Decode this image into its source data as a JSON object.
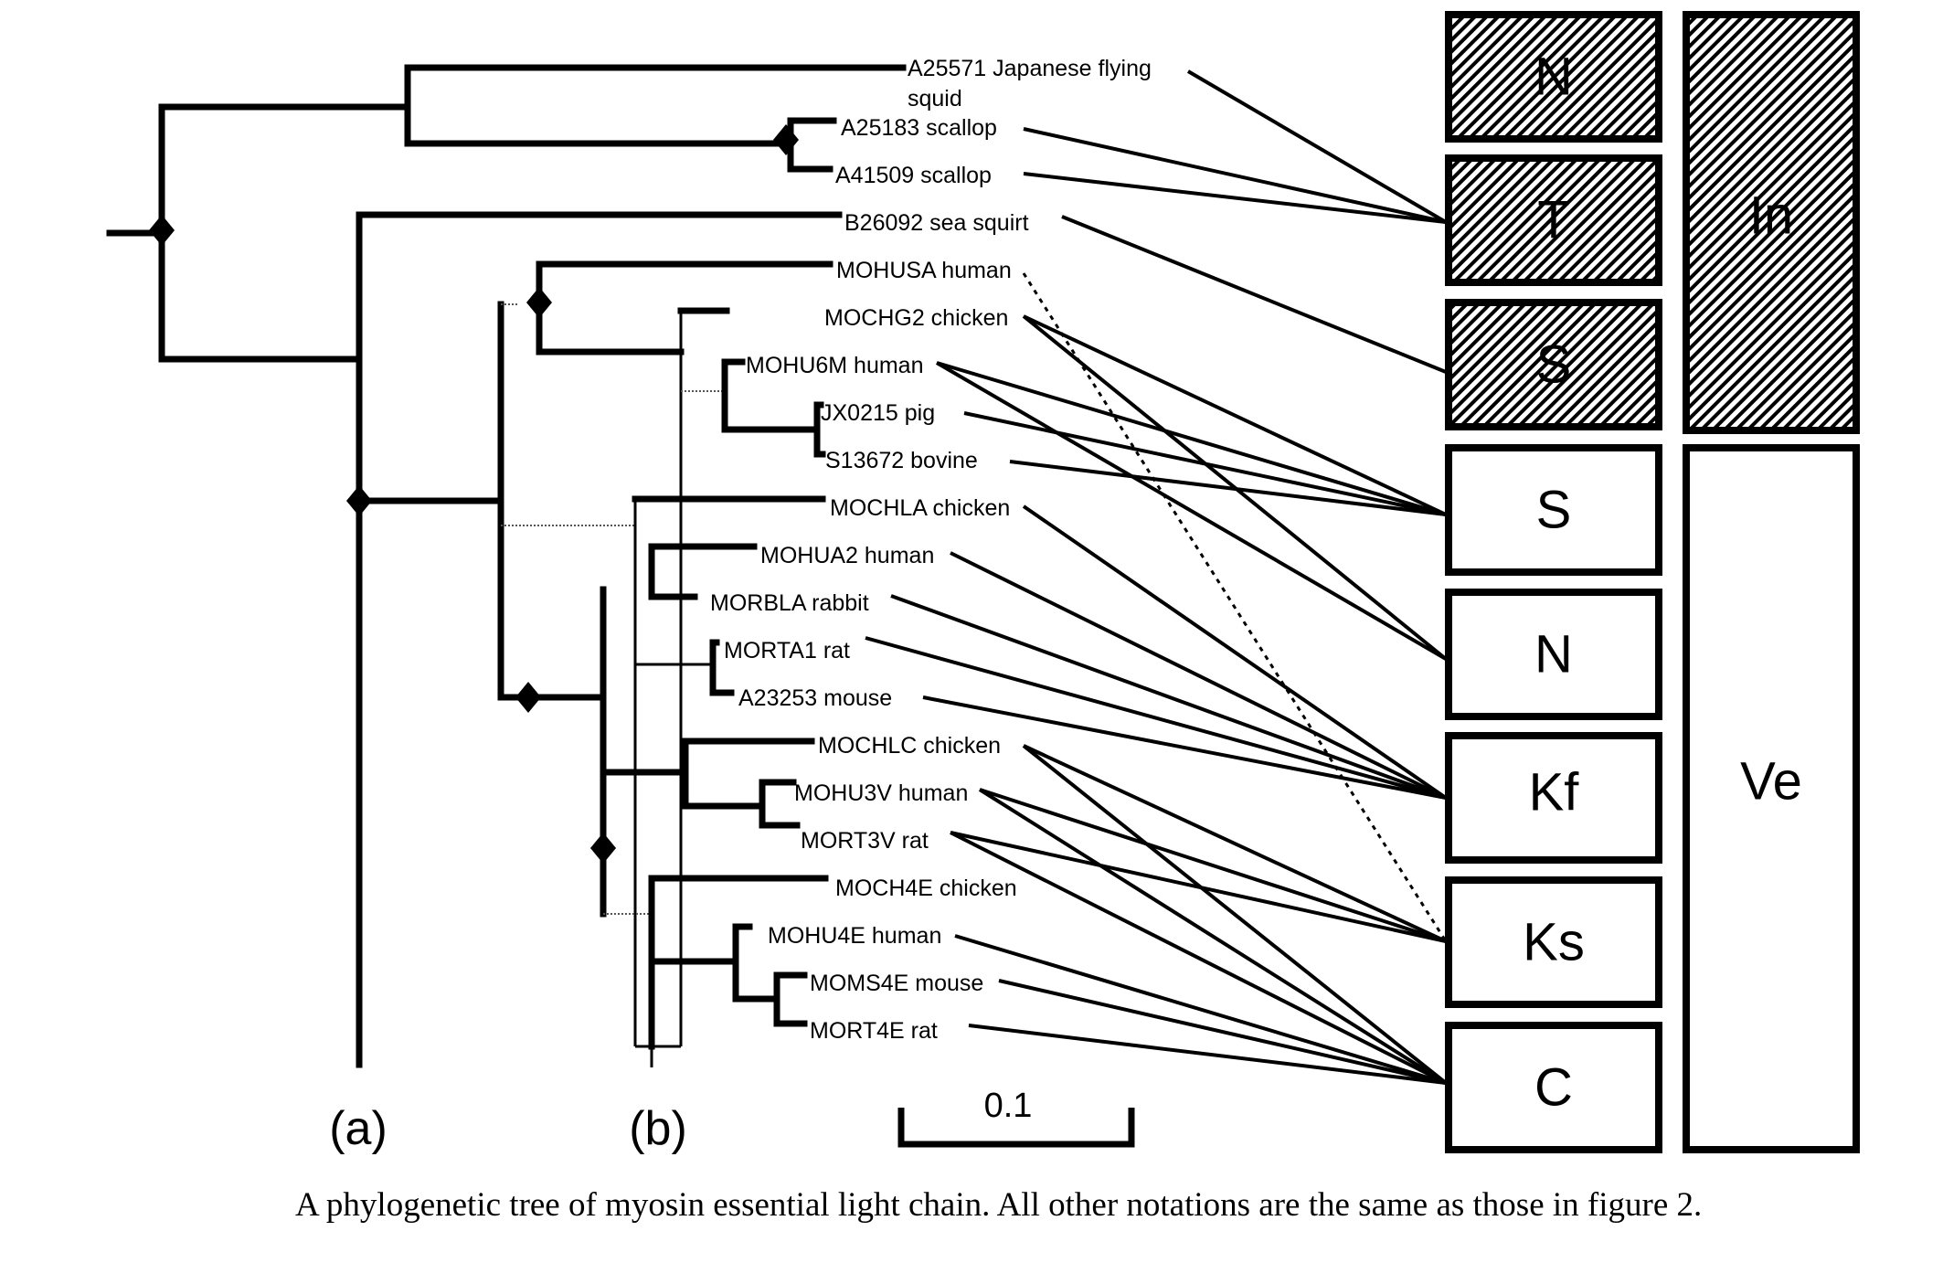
{
  "figure": {
    "caption": "A phylogenetic tree of myosin essential light chain. All other notations are the same as those in figure 2.",
    "scale_bar_label": "0.1",
    "panel_labels": [
      "(a)",
      "(b)"
    ]
  },
  "taxa": [
    {
      "id": "A25571",
      "label": "A25571 Japanese flying",
      "label2": "squid"
    },
    {
      "id": "A25183",
      "label": "A25183 scallop"
    },
    {
      "id": "A41509",
      "label": "A41509 scallop"
    },
    {
      "id": "B26092",
      "label": "B26092 sea squirt"
    },
    {
      "id": "MOHUSA",
      "label": "MOHUSA human"
    },
    {
      "id": "MOCHG2",
      "label": "MOCHG2 chicken"
    },
    {
      "id": "MOHU6M",
      "label": "MOHU6M human"
    },
    {
      "id": "JX0215",
      "label": "JX0215 pig"
    },
    {
      "id": "S13672",
      "label": "S13672 bovine"
    },
    {
      "id": "MOCHLA",
      "label": "MOCHLA chicken"
    },
    {
      "id": "MOHUA2",
      "label": "MOHUA2 human"
    },
    {
      "id": "MORBLA",
      "label": "MORBLA rabbit"
    },
    {
      "id": "MORTA1",
      "label": "MORTA1 rat"
    },
    {
      "id": "A23253",
      "label": "A23253  mouse"
    },
    {
      "id": "MOCHLC",
      "label": "MOCHLC chicken"
    },
    {
      "id": "MOHU3V",
      "label": "MOHU3V human"
    },
    {
      "id": "MORT3V",
      "label": "MORT3V rat"
    },
    {
      "id": "MOCH4E",
      "label": "MOCH4E chicken"
    },
    {
      "id": "MOHU4E",
      "label": "MOHU4E human"
    },
    {
      "id": "MOMS4E",
      "label": "MOMS4E mouse"
    },
    {
      "id": "MORT4E",
      "label": "MORT4E rat"
    }
  ],
  "tissue_boxes": [
    {
      "id": "inv-N",
      "label": "N",
      "group": "In",
      "hatched": true
    },
    {
      "id": "inv-T",
      "label": "T",
      "group": "In",
      "hatched": true
    },
    {
      "id": "inv-S",
      "label": "S",
      "group": "In",
      "hatched": true
    },
    {
      "id": "ver-S",
      "label": "S",
      "group": "Ve",
      "hatched": false
    },
    {
      "id": "ver-N",
      "label": "N",
      "group": "Ve",
      "hatched": false
    },
    {
      "id": "ver-Kf",
      "label": "Kf",
      "group": "Ve",
      "hatched": false
    },
    {
      "id": "ver-Ks",
      "label": "Ks",
      "group": "Ve",
      "hatched": false
    },
    {
      "id": "ver-C",
      "label": "C",
      "group": "Ve",
      "hatched": false
    }
  ],
  "groups": [
    {
      "id": "In",
      "label": "In",
      "hatched": true
    },
    {
      "id": "Ve",
      "label": "Ve",
      "hatched": false
    }
  ],
  "links": [
    {
      "from": "A25571",
      "to": "inv-T"
    },
    {
      "from": "A25183",
      "to": "inv-T"
    },
    {
      "from": "A41509",
      "to": "inv-T"
    },
    {
      "from": "B26092",
      "to": "inv-S"
    },
    {
      "from": "MOHUSA",
      "to": "ver-Ks",
      "dotted": true
    },
    {
      "from": "MOCHG2",
      "to": "ver-S"
    },
    {
      "from": "MOCHG2",
      "to": "ver-N"
    },
    {
      "from": "MOHU6M",
      "to": "ver-S"
    },
    {
      "from": "MOHU6M",
      "to": "ver-N"
    },
    {
      "from": "JX0215",
      "to": "ver-S"
    },
    {
      "from": "S13672",
      "to": "ver-S"
    },
    {
      "from": "MOCHLA",
      "to": "ver-Kf"
    },
    {
      "from": "MOHUA2",
      "to": "ver-Kf"
    },
    {
      "from": "MORBLA",
      "to": "ver-Kf"
    },
    {
      "from": "MORTA1",
      "to": "ver-Kf"
    },
    {
      "from": "A23253",
      "to": "ver-Kf"
    },
    {
      "from": "MOCHLC",
      "to": "ver-Ks"
    },
    {
      "from": "MOCHLC",
      "to": "ver-C"
    },
    {
      "from": "MOHU3V",
      "to": "ver-Ks"
    },
    {
      "from": "MOHU3V",
      "to": "ver-C"
    },
    {
      "from": "MORT3V",
      "to": "ver-Ks"
    },
    {
      "from": "MORT3V",
      "to": "ver-C"
    },
    {
      "from": "MOHU4E",
      "to": "ver-C"
    },
    {
      "from": "MOMS4E",
      "to": "ver-C"
    },
    {
      "from": "MORT4E",
      "to": "ver-C"
    }
  ],
  "colors": {
    "ink": "#000000",
    "paper": "#ffffff"
  }
}
